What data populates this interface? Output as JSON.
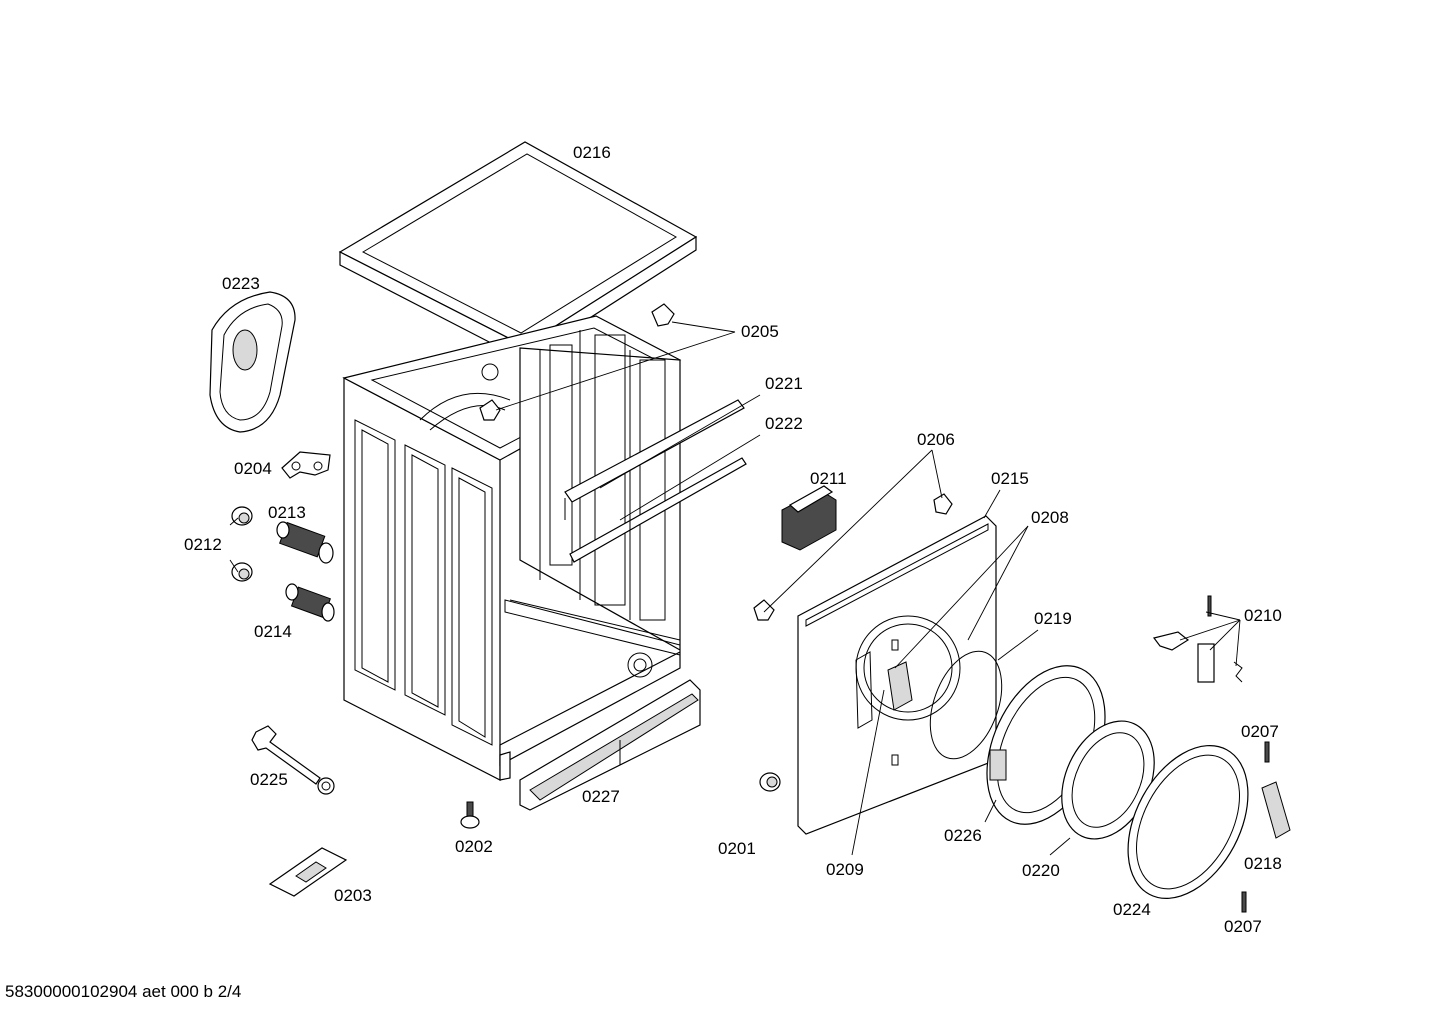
{
  "labels": {
    "p0216": "0216",
    "p0223": "0223",
    "p0205": "0205",
    "p0221": "0221",
    "p0222": "0222",
    "p0204": "0204",
    "p0213": "0213",
    "p0212": "0212",
    "p0214": "0214",
    "p0225": "0225",
    "p0227": "0227",
    "p0202": "0202",
    "p0203": "0203",
    "p0206": "0206",
    "p0211": "0211",
    "p0215": "0215",
    "p0208": "0208",
    "p0219": "0219",
    "p0210": "0210",
    "p0207a": "0207",
    "p0207b": "0207",
    "p0201": "0201",
    "p0209": "0209",
    "p0226": "0226",
    "p0220": "0220",
    "p0224": "0224",
    "p0218": "0218"
  },
  "footer": {
    "doc_ref": "58300000102904 aet 000 b 2/4"
  }
}
